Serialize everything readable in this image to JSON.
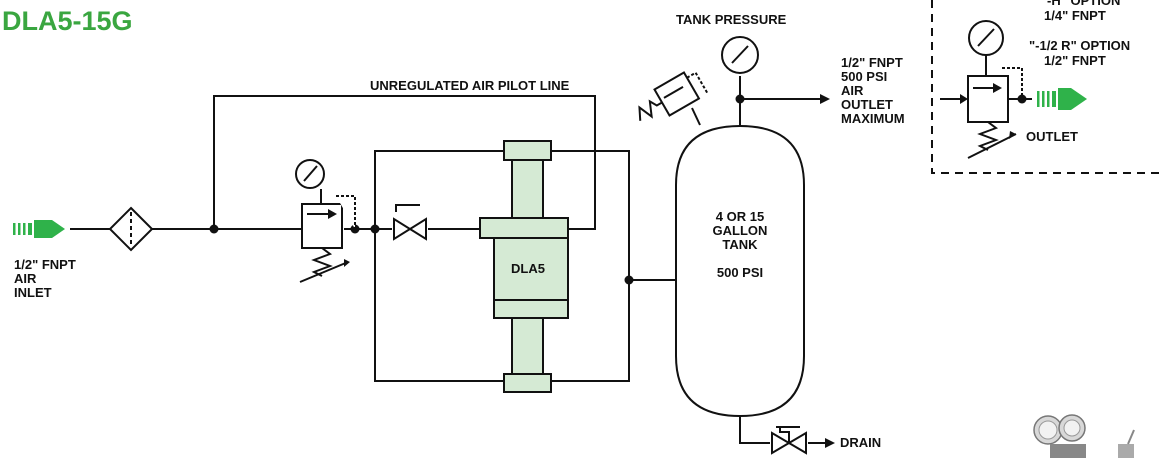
{
  "title": "DLA5-15G",
  "colors": {
    "title": "#3aa640",
    "arrow_green": "#2fb24a",
    "booster_fill": "#d5ead4",
    "line": "#111111"
  },
  "labels": {
    "pilot_line": "UNREGULATED AIR PILOT LINE",
    "tank_pressure": "TANK PRESSURE",
    "inlet": [
      "1/2\" FNPT",
      "AIR",
      "INLET"
    ],
    "outlet": [
      "1/2\" FNPT",
      "500 PSI",
      "AIR",
      "OUTLET",
      "MAXIMUM"
    ],
    "option_h": "-H\" OPTION",
    "option_h_size": "1/4\" FNPT",
    "option_r": "\"-1/2 R\" OPTION",
    "option_r_size": "1/2\" FNPT",
    "option_outlet": "OUTLET",
    "booster": "DLA5",
    "tank": [
      "4 OR 15",
      "GALLON",
      "TANK",
      "",
      "500 PSI"
    ],
    "drain": "DRAIN"
  },
  "icons": [
    "pressure-gauge-icon",
    "regulator-icon",
    "filter-icon",
    "check-valve-icon",
    "relief-valve-icon",
    "drain-valve-icon",
    "product-photo"
  ]
}
